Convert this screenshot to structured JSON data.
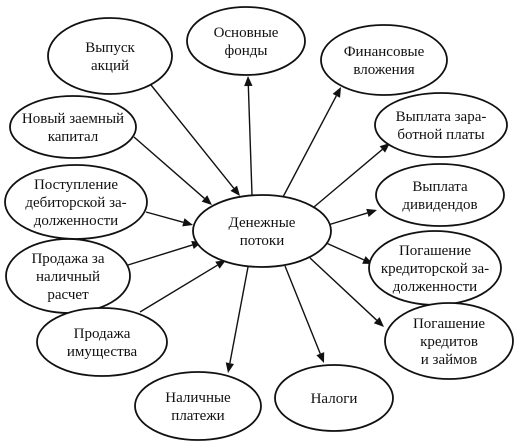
{
  "center": {
    "lines": [
      "Денежные",
      "потоки"
    ]
  },
  "inflows": [
    {
      "id": "vypusk-akciy",
      "lines": [
        "Выпуск",
        "акций"
      ]
    },
    {
      "id": "novyy-zaemnyy-kapital",
      "lines": [
        "Новый заемный",
        "капитал"
      ]
    },
    {
      "id": "postuplenie-debitorskoy",
      "lines": [
        "Поступление",
        "дебиторской за-",
        "долженности"
      ]
    },
    {
      "id": "prodazha-za-nalichnyy",
      "lines": [
        "Продажа за",
        "наличный",
        "расчет"
      ]
    },
    {
      "id": "prodazha-imushchestva",
      "lines": [
        "Продажа",
        "имущества"
      ]
    }
  ],
  "outflows": [
    {
      "id": "osnovnye-fondy",
      "lines": [
        "Основные",
        "фонды"
      ]
    },
    {
      "id": "finansovye-vlozheniya",
      "lines": [
        "Финансовые",
        "вложения"
      ]
    },
    {
      "id": "vyplata-zarabotnoy",
      "lines": [
        "Выплата зара-",
        "ботной платы"
      ]
    },
    {
      "id": "vyplata-dividendov",
      "lines": [
        "Выплата",
        "дивидендов"
      ]
    },
    {
      "id": "pogashenie-kreditorskoy",
      "lines": [
        "Погашение",
        "кредиторской за-",
        "долженности"
      ]
    },
    {
      "id": "pogashenie-kreditov",
      "lines": [
        "Погашение",
        "кредитов",
        "и займов"
      ]
    },
    {
      "id": "nalogi",
      "lines": [
        "Налоги"
      ]
    },
    {
      "id": "nalichnye-platezhi",
      "lines": [
        "Наличные",
        "платежи"
      ]
    }
  ]
}
